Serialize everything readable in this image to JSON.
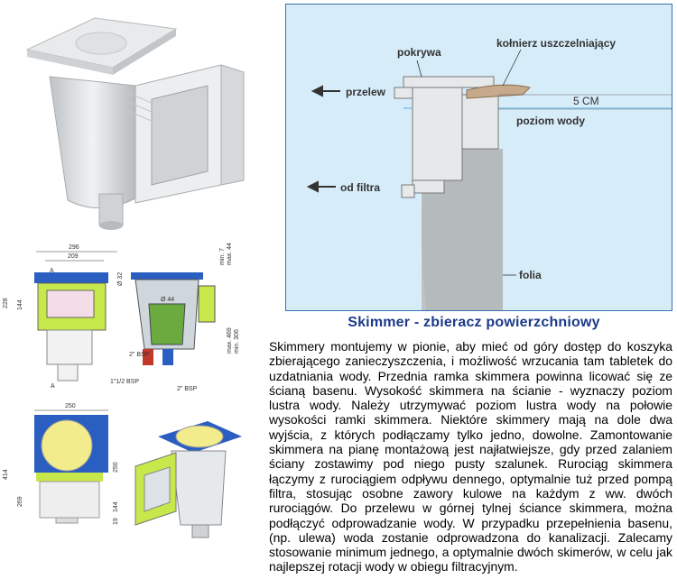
{
  "title": "Skimmer - zbieracz powierzchniowy",
  "paragraph": "Skimmery montujemy w pionie, aby mieć od góry dostęp do koszyka zbierającego zanieczyszczenia, i możliwość wrzucania tam tabletek do uzdatniania wody. Przednia ramka skimmera powinna licować się ze ścianą basenu. Wysokość skimmera na ścianie - wyznaczy poziom lustra wody. Należy utrzymywać poziom lustra wody na połowie wysokości ramki skimmera. Niektóre skimmery mają na dole dwa wyjścia, z których podłączamy tylko jedno, dowolne. Zamontowanie skimmera na pianę montażową jest najłatwiejsze, gdy przed zalaniem ściany zostawimy pod niego pusty szalunek. Rurociąg skimmera łączymy z rurociągiem odpływu dennego, optymalnie tuż przed pompą filtra, stosując osobne zawory kulowe na każdym z ww. dwóch rurociągów. Do przelewu w górnej tylnej ściance skimmera, można podłączyć odprowadzanie wody. W przypadku przepełnienia basenu, (np. ulewa) woda zostanie odprowadzona do kanalizacji. Zalecamy stosowanie minimum jednego, a optymalnie dwóch skimerów, w celu jak najlepszej rotacji wody w obiegu filtracyjnym.",
  "diagram": {
    "label_pokrywa": "pokrywa",
    "label_kolnierz": "kołnierz uszczelniający",
    "label_przelew": "przelew",
    "label_5cm": "5 CM",
    "label_poziom": "poziom wody",
    "label_odfiltra": "od filtra",
    "label_folia": "folia",
    "accent": "#3b6fb0"
  },
  "drawings": {
    "front_width": "296",
    "front_inner_width": "209",
    "section_a": "A",
    "dim_228": "228",
    "dim_144": "144",
    "dim_min7": "min. 7",
    "dim_max44": "max. 44",
    "dim_max469": "max. 469",
    "dim_min306": "min. 306",
    "dim_d32": "Ø 32",
    "dim_d44": "Ø 44",
    "thread_2": "2\" BSP",
    "thread_112": "1\"1/2 BSP",
    "thread_2b": "2\" BSP",
    "top_width": "250",
    "dim_414": "414",
    "dim_269": "269",
    "dim_250": "250",
    "dim_144b": "144",
    "dim_19": "19"
  }
}
